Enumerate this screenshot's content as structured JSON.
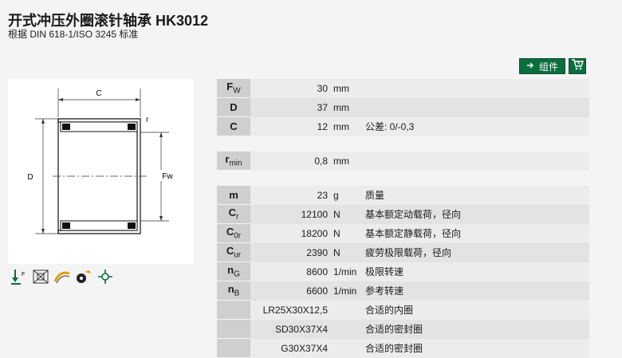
{
  "title": "开式冲压外圈滚针轴承 HK3012",
  "subtitle": "根据 DIN 618-1/ISO 3245 标准",
  "toolbar": {
    "parts_label": "组件",
    "cart_icon": "cart-icon"
  },
  "drawing": {
    "label_c": "C",
    "label_r": "r",
    "label_d": "D",
    "label_fw": "Fw"
  },
  "icons": [
    "arrow-load-icon",
    "no-lubrication-icon",
    "seal-icon",
    "lubrication-icon",
    "mounting-icon"
  ],
  "spec_rows_a": [
    {
      "sym": "F",
      "sub": "W",
      "value": "30",
      "unit": "mm",
      "desc": ""
    },
    {
      "sym": "D",
      "sub": "",
      "value": "37",
      "unit": "mm",
      "desc": ""
    },
    {
      "sym": "C",
      "sub": "",
      "value": "12",
      "unit": "mm",
      "desc": "公差: 0/-0,3"
    }
  ],
  "spec_rows_b": [
    {
      "sym": "r",
      "sub": "min",
      "value": "0,8",
      "unit": "mm",
      "desc": ""
    }
  ],
  "spec_rows_c": [
    {
      "sym": "m",
      "sub": "",
      "value": "23",
      "unit": "g",
      "desc": "质量"
    },
    {
      "sym": "C",
      "sub": "r",
      "value": "12100",
      "unit": "N",
      "desc": "基本额定动载荷，径向"
    },
    {
      "sym": "C",
      "sub": "0r",
      "value": "18200",
      "unit": "N",
      "desc": "基本额定静载荷，径向"
    },
    {
      "sym": "C",
      "sub": "ur",
      "value": "2390",
      "unit": "N",
      "desc": "疲劳极限载荷，径向"
    },
    {
      "sym": "n",
      "sub": "G",
      "value": "8600",
      "unit": "1/min",
      "desc": "极限转速"
    },
    {
      "sym": "n",
      "sub": "B",
      "value": "6600",
      "unit": "1/min",
      "desc": "参考转速"
    },
    {
      "sym": "",
      "sub": "",
      "value": "LR25X30X12,5",
      "unit": "",
      "desc": "合适的内圈"
    },
    {
      "sym": "",
      "sub": "",
      "value": "SD30X37X4",
      "unit": "",
      "desc": "合适的密封圈"
    },
    {
      "sym": "",
      "sub": "",
      "value": "G30X37X4",
      "unit": "",
      "desc": "合适的密封圈"
    }
  ]
}
